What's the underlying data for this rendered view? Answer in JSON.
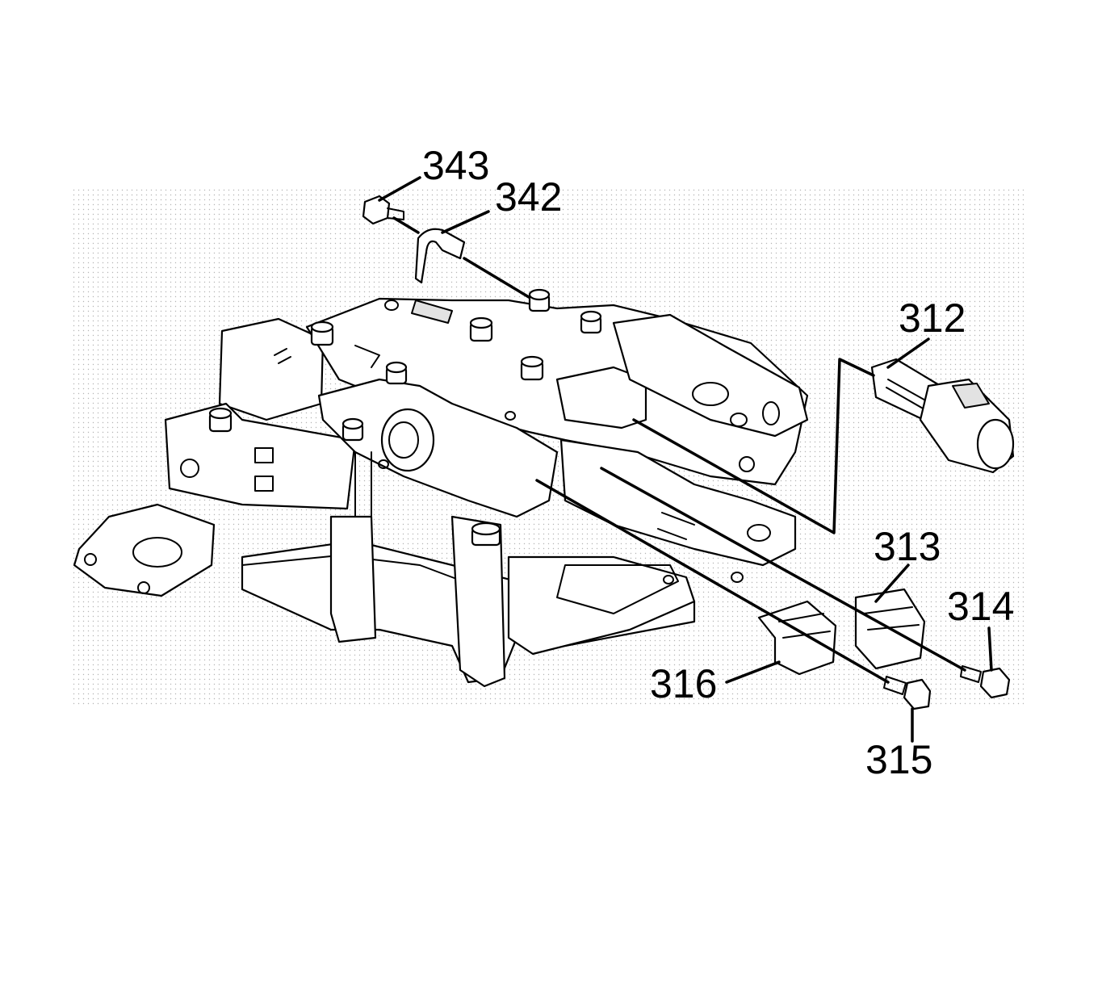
{
  "diagram": {
    "type": "exploded-parts-illustration",
    "colors": {
      "line": "#000000",
      "background": "#ffffff",
      "shading": "#e2e2e2"
    },
    "callouts": [
      {
        "id": "343",
        "label": "343"
      },
      {
        "id": "342",
        "label": "342"
      },
      {
        "id": "312",
        "label": "312"
      },
      {
        "id": "313",
        "label": "313"
      },
      {
        "id": "314",
        "label": "314"
      },
      {
        "id": "316",
        "label": "316"
      },
      {
        "id": "315",
        "label": "315"
      }
    ]
  }
}
